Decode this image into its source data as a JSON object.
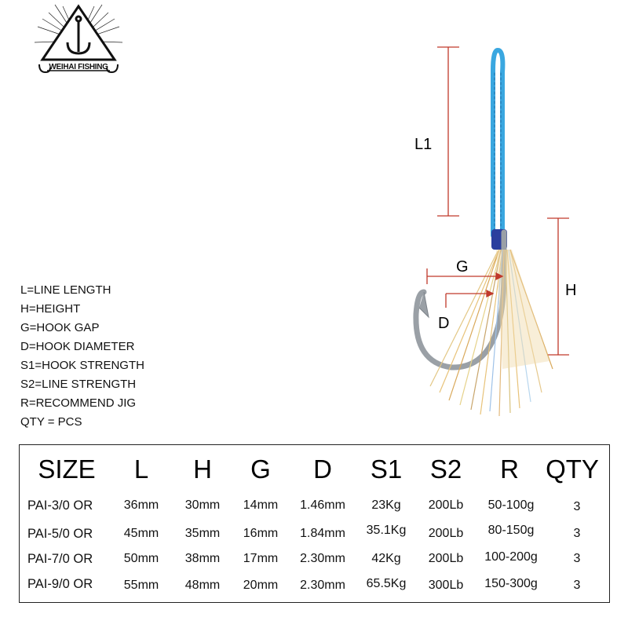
{
  "brand": {
    "name": "WEIHAI FISHING"
  },
  "legend": [
    "L=LINE LENGTH",
    "H=HEIGHT",
    "G=HOOK GAP",
    "D=HOOK DIAMETER",
    "S1=HOOK STRENGTH",
    "S2=LINE STRENGTH",
    "R=RECOMMEND JIG",
    "QTY = PCS"
  ],
  "diagram": {
    "labels": {
      "l1": "L1",
      "g": "G",
      "d": "D",
      "h": "H"
    },
    "colors": {
      "dimension_line": "#c0392b",
      "braid": "#3aa7e0",
      "hook": "#9aa0a6",
      "skirt": "#e8c37a"
    }
  },
  "table": {
    "headers": [
      "SIZE",
      "L",
      "H",
      "G",
      "D",
      "S1",
      "S2",
      "R",
      "QTY"
    ],
    "rows": [
      [
        "PAI-3/0 OR",
        "36mm",
        "30mm",
        "14mm",
        "1.46mm",
        "23Kg",
        "200Lb",
        "50-100g",
        "3"
      ],
      [
        "PAI-5/0 OR",
        "45mm",
        "35mm",
        "16mm",
        "1.84mm",
        "35.1Kg",
        "200Lb",
        "80-150g",
        "3"
      ],
      [
        "PAI-7/0 OR",
        "50mm",
        "38mm",
        "17mm",
        "2.30mm",
        "42Kg",
        "200Lb",
        "100-200g",
        "3"
      ],
      [
        "PAI-9/0 OR",
        "55mm",
        "48mm",
        "20mm",
        "2.30mm",
        "65.5Kg",
        "300Lb",
        "150-300g",
        "3"
      ]
    ]
  }
}
